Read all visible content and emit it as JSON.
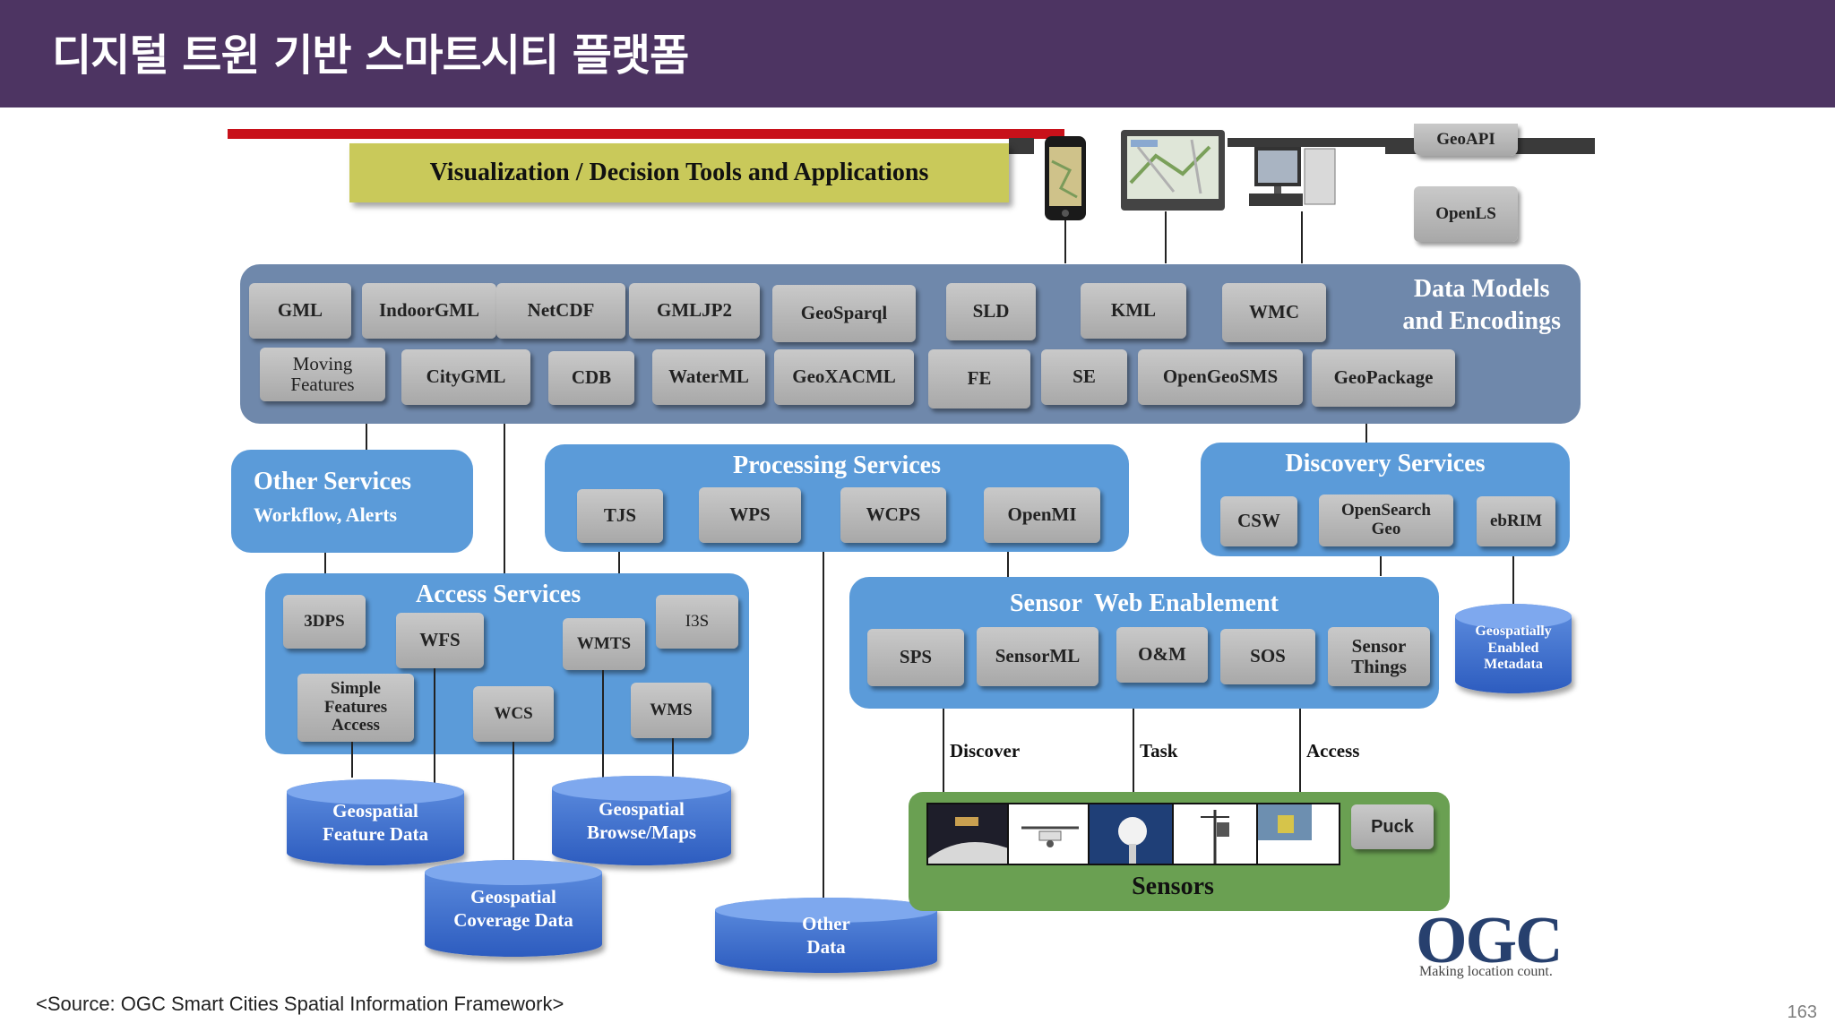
{
  "header": {
    "title": "디지털 트윈 기반 스마트시티 플랫폼"
  },
  "page_number": "163",
  "source": "<Source: OGC Smart Cities Spatial Information Framework>",
  "diagram": {
    "top_banner": "Visualization / Decision Tools and Applications",
    "geoapi": "GeoAPI",
    "openls": "OpenLS",
    "data_models": {
      "title": "Data Models\nand Encodings",
      "row1": [
        "GML",
        "IndoorGML",
        "NetCDF",
        "GMLJP2",
        "GeoSparql",
        "SLD",
        "KML",
        "WMC"
      ],
      "row2": [
        "Moving\nFeatures",
        "CityGML",
        "CDB",
        "WaterML",
        "GeoXACML",
        "FE",
        "SE",
        "OpenGeoSMS",
        "GeoPackage"
      ]
    },
    "other_services": {
      "title": "Other Services",
      "subtitle": "Workflow, Alerts"
    },
    "processing": {
      "title": "Processing Services",
      "items": [
        "TJS",
        "WPS",
        "WCPS",
        "OpenMI"
      ]
    },
    "discovery": {
      "title": "Discovery Services",
      "items": [
        "CSW",
        "OpenSearch\nGeo",
        "ebRIM"
      ]
    },
    "access": {
      "title": "Access Services",
      "items": [
        "3DPS",
        "WFS",
        "WMTS",
        "I3S",
        "Simple\nFeatures\nAccess",
        "WCS",
        "WMS"
      ]
    },
    "swe": {
      "title": "Sensor  Web Enablement",
      "items": [
        "SPS",
        "SensorML",
        "O&M",
        "SOS",
        "Sensor\nThings"
      ]
    },
    "sensors": {
      "title": "Sensors",
      "puck": "Puck"
    },
    "labels": {
      "discover": "Discover",
      "task": "Task",
      "access": "Access"
    },
    "stores": {
      "feature": "Geospatial\nFeature Data",
      "browse": "Geospatial\nBrowse/Maps",
      "coverage": "Geospatial\nCoverage Data",
      "other": "Other\nData",
      "metadata": "Geospatially\nEnabled\nMetadata"
    },
    "logo": {
      "name": "OGC",
      "tagline": "Making location count."
    }
  }
}
